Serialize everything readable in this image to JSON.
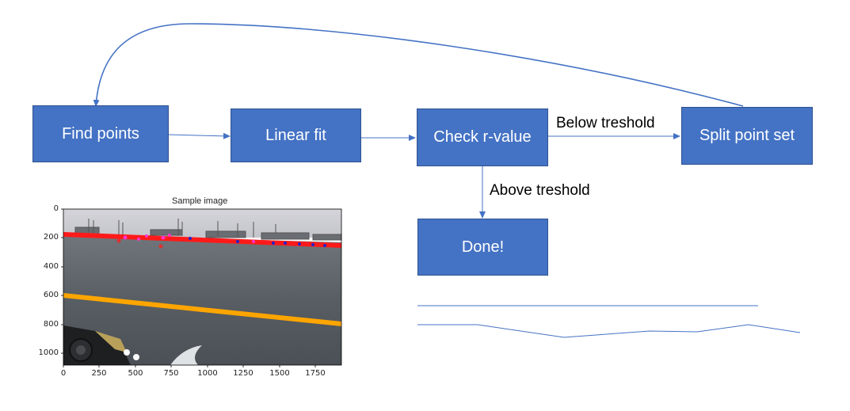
{
  "flow": {
    "find_points": "Find points",
    "linear_fit": "Linear fit",
    "check_r_value": "Check r-value",
    "split_point_set": "Split point set",
    "done": "Done!",
    "below_threshold": "Below treshold",
    "above_threshold": "Above treshold"
  },
  "plot": {
    "title": "Sample image",
    "y_ticks": [
      "0",
      "200",
      "400",
      "600",
      "800",
      "1000"
    ],
    "x_ticks": [
      "0",
      "250",
      "500",
      "750",
      "1000",
      "1250",
      "1500",
      "1750"
    ],
    "colors": {
      "sky": "#c9c9cf",
      "water": "#5d6266",
      "horizon_line": "#ff1a1a",
      "fit_line": "#ffa500",
      "points_magenta": "#ff33cc",
      "points_blue": "#2222cc"
    }
  },
  "colors": {
    "box_fill": "#4472c4",
    "box_border": "#2f528f",
    "connector": "#4472c4"
  }
}
